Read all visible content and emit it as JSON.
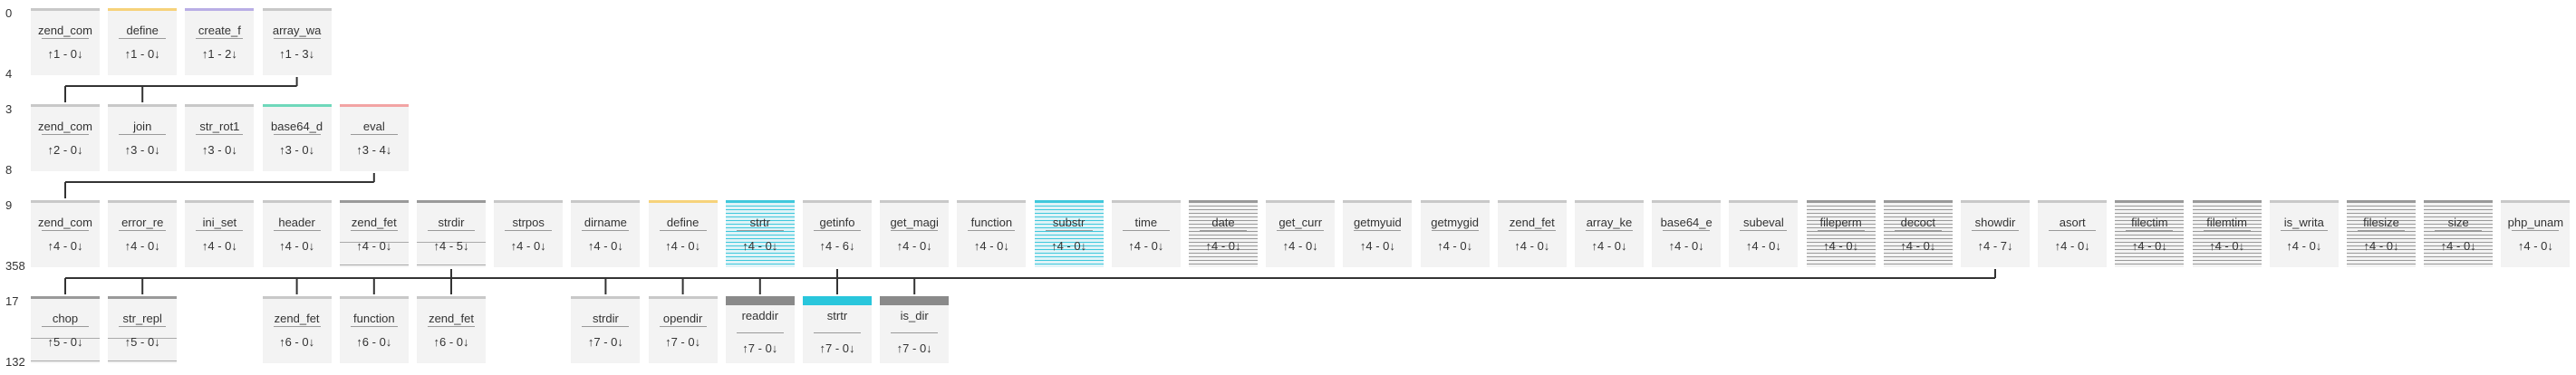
{
  "rows": [
    {
      "labels": [
        "0",
        "4"
      ],
      "nodes": [
        {
          "name": "zend_com",
          "stat": "↑1 - 0↓",
          "accent": "#c8c8c8",
          "style": "plain"
        },
        {
          "name": "define",
          "stat": "↑1 - 0↓",
          "accent": "#f6d27a",
          "style": "plain"
        },
        {
          "name": "create_f",
          "stat": "↑1 - 2↓",
          "accent": "#b9aee6",
          "style": "plain"
        },
        {
          "name": "array_wa",
          "stat": "↑1 - 3↓",
          "accent": "#c8c8c8",
          "style": "plain"
        }
      ]
    },
    {
      "labels": [
        "3",
        "8"
      ],
      "nodes": [
        {
          "name": "zend_com",
          "stat": "↑2 - 0↓",
          "accent": "#c8c8c8",
          "style": "plain"
        },
        {
          "name": "join",
          "stat": "↑3 - 0↓",
          "accent": "#c8c8c8",
          "style": "plain"
        },
        {
          "name": "str_rot1",
          "stat": "↑3 - 0↓",
          "accent": "#c8c8c8",
          "style": "plain"
        },
        {
          "name": "base64_d",
          "stat": "↑3 - 0↓",
          "accent": "#6fd8bb",
          "style": "plain"
        },
        {
          "name": "eval",
          "stat": "↑3 - 4↓",
          "accent": "#f2a3a3",
          "style": "plain"
        }
      ]
    },
    {
      "labels": [
        "9",
        "358"
      ],
      "nodes": [
        {
          "name": "zend_com",
          "stat": "↑4 - 0↓",
          "accent": "#c8c8c8",
          "style": "plain"
        },
        {
          "name": "error_re",
          "stat": "↑4 - 0↓",
          "accent": "#c8c8c8",
          "style": "plain"
        },
        {
          "name": "ini_set",
          "stat": "↑4 - 0↓",
          "accent": "#c8c8c8",
          "style": "plain"
        },
        {
          "name": "header",
          "stat": "↑4 - 0↓",
          "accent": "#c8c8c8",
          "style": "plain"
        },
        {
          "name": "zend_fet",
          "stat": "↑4 - 0↓",
          "accent": "#9a9a9a",
          "style": "light"
        },
        {
          "name": "strdir",
          "stat": "↑4 - 5↓",
          "accent": "#9a9a9a",
          "style": "light"
        },
        {
          "name": "strpos",
          "stat": "↑4 - 0↓",
          "accent": "#c8c8c8",
          "style": "plain"
        },
        {
          "name": "dirname",
          "stat": "↑4 - 0↓",
          "accent": "#c8c8c8",
          "style": "plain"
        },
        {
          "name": "define",
          "stat": "↑4 - 0↓",
          "accent": "#f6d27a",
          "style": "plain"
        },
        {
          "name": "strtr",
          "stat": "↑4 - 0↓",
          "accent": "#3fc8dc",
          "style": "cyan"
        },
        {
          "name": "getinfo",
          "stat": "↑4 - 6↓",
          "accent": "#c8c8c8",
          "style": "plain"
        },
        {
          "name": "get_magi",
          "stat": "↑4 - 0↓",
          "accent": "#c8c8c8",
          "style": "plain"
        },
        {
          "name": "function",
          "stat": "↑4 - 0↓",
          "accent": "#c8c8c8",
          "style": "plain"
        },
        {
          "name": "substr",
          "stat": "↑4 - 0↓",
          "accent": "#3fc8dc",
          "style": "cyan"
        },
        {
          "name": "time",
          "stat": "↑4 - 0↓",
          "accent": "#c8c8c8",
          "style": "plain"
        },
        {
          "name": "date",
          "stat": "↑4 - 0↓",
          "accent": "#9a9a9a",
          "style": "gray"
        },
        {
          "name": "get_curr",
          "stat": "↑4 - 0↓",
          "accent": "#c8c8c8",
          "style": "plain"
        },
        {
          "name": "getmyuid",
          "stat": "↑4 - 0↓",
          "accent": "#c8c8c8",
          "style": "plain"
        },
        {
          "name": "getmygid",
          "stat": "↑4 - 0↓",
          "accent": "#c8c8c8",
          "style": "plain"
        },
        {
          "name": "zend_fet",
          "stat": "↑4 - 0↓",
          "accent": "#c8c8c8",
          "style": "plain"
        },
        {
          "name": "array_ke",
          "stat": "↑4 - 0↓",
          "accent": "#c8c8c8",
          "style": "plain"
        },
        {
          "name": "base64_e",
          "stat": "↑4 - 0↓",
          "accent": "#c8c8c8",
          "style": "plain"
        },
        {
          "name": "subeval",
          "stat": "↑4 - 0↓",
          "accent": "#c8c8c8",
          "style": "plain"
        },
        {
          "name": "fileperm",
          "stat": "↑4 - 0↓",
          "accent": "#9a9a9a",
          "style": "gray"
        },
        {
          "name": "decoct",
          "stat": "↑4 - 0↓",
          "accent": "#9a9a9a",
          "style": "gray"
        },
        {
          "name": "showdir",
          "stat": "↑4 - 7↓",
          "accent": "#c8c8c8",
          "style": "plain"
        },
        {
          "name": "asort",
          "stat": "↑4 - 0↓",
          "accent": "#c8c8c8",
          "style": "plain"
        },
        {
          "name": "filectim",
          "stat": "↑4 - 0↓",
          "accent": "#9a9a9a",
          "style": "gray"
        },
        {
          "name": "filemtim",
          "stat": "↑4 - 0↓",
          "accent": "#9a9a9a",
          "style": "gray"
        },
        {
          "name": "is_writa",
          "stat": "↑4 - 0↓",
          "accent": "#c8c8c8",
          "style": "plain"
        },
        {
          "name": "filesize",
          "stat": "↑4 - 0↓",
          "accent": "#9a9a9a",
          "style": "gray"
        },
        {
          "name": "size",
          "stat": "↑4 - 0↓",
          "accent": "#9a9a9a",
          "style": "gray"
        },
        {
          "name": "php_unam",
          "stat": "↑4 - 0↓",
          "accent": "#c8c8c8",
          "style": "plain"
        }
      ]
    },
    {
      "labels": [
        "17",
        "132"
      ],
      "nodes": [
        {
          "name": "chop",
          "stat": "↑5 - 0↓",
          "accent": "#9a9a9a",
          "style": "light"
        },
        {
          "name": "str_repl",
          "stat": "↑5 - 0↓",
          "accent": "#9a9a9a",
          "style": "light"
        },
        {
          "name": "",
          "stat": "",
          "accent": "",
          "style": "empty"
        },
        {
          "name": "zend_fet",
          "stat": "↑6 - 0↓",
          "accent": "#c8c8c8",
          "style": "plain"
        },
        {
          "name": "function",
          "stat": "↑6 - 0↓",
          "accent": "#c8c8c8",
          "style": "plain"
        },
        {
          "name": "zend_fet",
          "stat": "↑6 - 0↓",
          "accent": "#c8c8c8",
          "style": "plain"
        },
        {
          "name": "",
          "stat": "",
          "accent": "",
          "style": "empty"
        },
        {
          "name": "strdir",
          "stat": "↑7 - 0↓",
          "accent": "#c8c8c8",
          "style": "plain"
        },
        {
          "name": "opendir",
          "stat": "↑7 - 0↓",
          "accent": "#c8c8c8",
          "style": "plain"
        },
        {
          "name": "readdir",
          "stat": "↑7 - 0↓",
          "accent": "#8a8a8a",
          "style": "solidgray"
        },
        {
          "name": "strtr",
          "stat": "↑7 - 0↓",
          "accent": "#29c6dc",
          "style": "solidcyan"
        },
        {
          "name": "is_dir",
          "stat": "↑7 - 0↓",
          "accent": "#8a8a8a",
          "style": "solidgray"
        }
      ]
    }
  ],
  "edges": [
    {
      "from": [
        0,
        3
      ],
      "to": [
        [
          1,
          0
        ],
        [
          1,
          1
        ]
      ]
    },
    {
      "from": [
        1,
        4
      ],
      "to": [
        [
          2,
          0
        ]
      ]
    },
    {
      "from": [
        2,
        5
      ],
      "to": [
        [
          3,
          0
        ],
        [
          3,
          1
        ],
        [
          3,
          3
        ]
      ]
    },
    {
      "from": [
        2,
        10
      ],
      "to": [
        [
          3,
          4
        ],
        [
          3,
          5
        ]
      ]
    },
    {
      "from": [
        2,
        25
      ],
      "to": [
        [
          3,
          7
        ],
        [
          3,
          8
        ],
        [
          3,
          9
        ],
        [
          3,
          10
        ],
        [
          3,
          11
        ]
      ]
    }
  ]
}
